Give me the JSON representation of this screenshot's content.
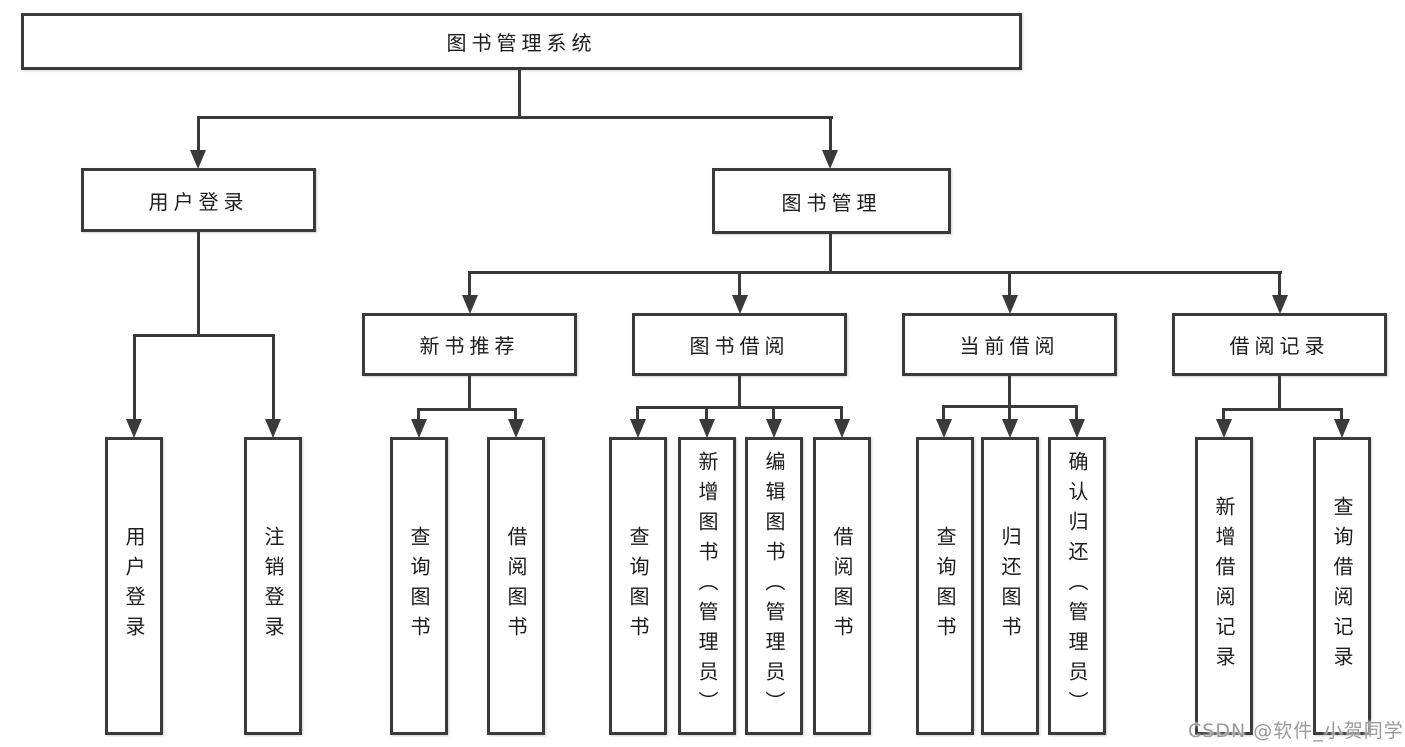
{
  "tree": {
    "root": {
      "label": "图书管理系统"
    },
    "login": {
      "label": "用户登录",
      "children": [
        "用户登录",
        "注销登录"
      ]
    },
    "management": {
      "label": "图书管理",
      "groups": [
        {
          "label": "新书推荐",
          "children": [
            "查询图书",
            "借阅图书"
          ]
        },
        {
          "label": "图书借阅",
          "children": [
            "查询图书",
            "新增图书（管理员）",
            "编辑图书（管理员）",
            "借阅图书"
          ]
        },
        {
          "label": "当前借阅",
          "children": [
            "查询图书",
            "归还图书",
            "确认归还（管理员）"
          ]
        },
        {
          "label": "借阅记录",
          "children": [
            "新增借阅记录",
            "查询借阅记录"
          ]
        }
      ]
    }
  },
  "watermark": "CSDN @软件_小贺同学",
  "colors": {
    "line": "#3a3a3a",
    "text": "#1c1c1c",
    "watermark": "#9b9b9b",
    "background": "#ffffff"
  }
}
